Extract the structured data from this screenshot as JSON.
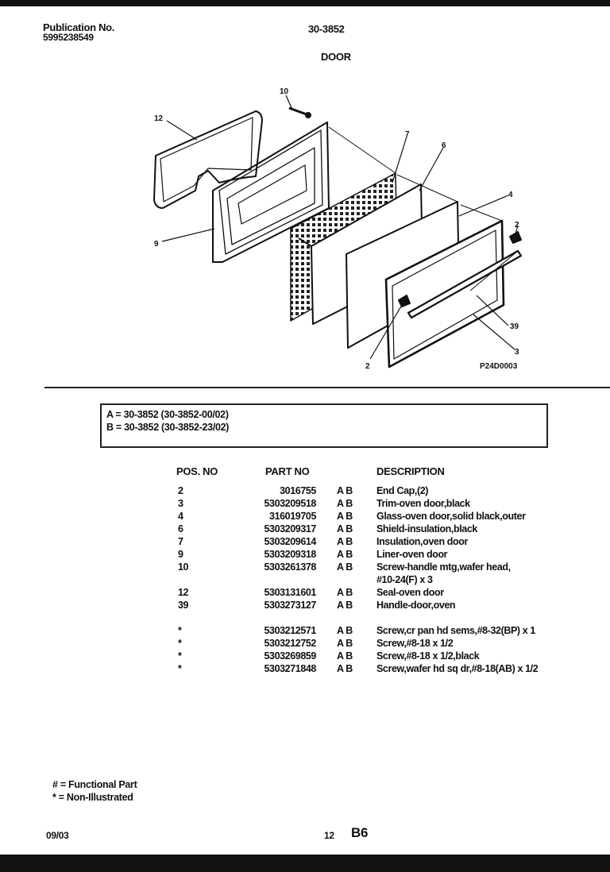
{
  "header": {
    "publication_label": "Publication No.",
    "publication_number": "5995238549",
    "model": "30-3852",
    "section": "DOOR"
  },
  "diagram": {
    "callouts": [
      "10",
      "12",
      "7",
      "6",
      "4",
      "2",
      "9",
      "39",
      "3",
      "2"
    ],
    "figure_code": "P24D0003"
  },
  "legend": [
    "A  =  30-3852 (30-3852-00/02)",
    "B  =  30-3852 (30-3852-23/02)"
  ],
  "table": {
    "headers": {
      "pos": "POS. NO",
      "part": "PART NO",
      "desc": "DESCRIPTION"
    },
    "rows": [
      {
        "pos": "2",
        "part": "3016755",
        "models": "A  B",
        "desc": "End Cap,(2)",
        "cont": ""
      },
      {
        "pos": "3",
        "part": "5303209518",
        "models": "A  B",
        "desc": "Trim-oven door,black",
        "cont": ""
      },
      {
        "pos": "4",
        "part": "316019705",
        "models": "A  B",
        "desc": "Glass-oven door,solid black,outer",
        "cont": ""
      },
      {
        "pos": "6",
        "part": "5303209317",
        "models": "A  B",
        "desc": "Shield-insulation,black",
        "cont": ""
      },
      {
        "pos": "7",
        "part": "5303209614",
        "models": "A  B",
        "desc": "Insulation,oven door",
        "cont": ""
      },
      {
        "pos": "9",
        "part": "5303209318",
        "models": "A  B",
        "desc": "Liner-oven door",
        "cont": ""
      },
      {
        "pos": "10",
        "part": "5303261378",
        "models": "A  B",
        "desc": "Screw-handle mtg,wafer head,",
        "cont": "#10-24(F) x 3"
      },
      {
        "pos": "12",
        "part": "5303131601",
        "models": "A  B",
        "desc": "Seal-oven door",
        "cont": ""
      },
      {
        "pos": "39",
        "part": "5303273127",
        "models": "A  B",
        "desc": "Handle-door,oven",
        "cont": ""
      },
      {
        "pos": "*",
        "part": "5303212571",
        "models": "A  B",
        "desc": "Screw,cr pan hd sems,#8-32(BP) x 1",
        "cont": ""
      },
      {
        "pos": "*",
        "part": "5303212752",
        "models": "A  B",
        "desc": "Screw,#8-18 x 1/2",
        "cont": ""
      },
      {
        "pos": "*",
        "part": "5303269859",
        "models": "A  B",
        "desc": "Screw,#8-18 x 1/2,black",
        "cont": ""
      },
      {
        "pos": "*",
        "part": "5303271848",
        "models": "A  B",
        "desc": "Screw,wafer hd sq dr,#8-18(AB) x 1/2",
        "cont": ""
      }
    ]
  },
  "footer": {
    "note_functional": "# = Functional Part",
    "note_non_illustrated": "* = Non-Illustrated",
    "date": "09/03",
    "page_number": "12",
    "page_code": "B6"
  }
}
